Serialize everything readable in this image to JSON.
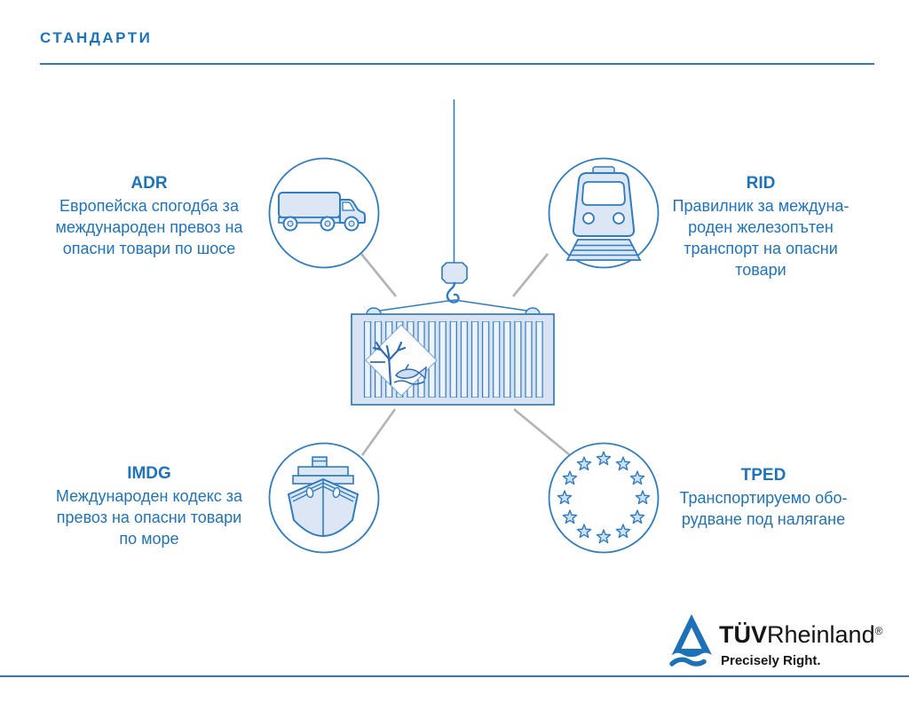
{
  "title": "СТАНДАРТИ",
  "standards": {
    "adr": {
      "code": "ADR",
      "icon": "truck-icon",
      "lines": [
        "Европейска спогодба за",
        "международен превоз на",
        "опасни товари по шосе"
      ]
    },
    "rid": {
      "code": "RID",
      "icon": "train-icon",
      "lines": [
        "Правилник за междуна-",
        "роден железопътен",
        "транспорт на опасни",
        "товари"
      ]
    },
    "imdg": {
      "code": "IMDG",
      "icon": "ship-icon",
      "lines": [
        "Международен кодекс за",
        "превоз на опасни товари",
        "по море"
      ]
    },
    "tped": {
      "code": "TPED",
      "icon": "eu-stars-icon",
      "lines": [
        "Транспортируемо обо-",
        "рудване под налягане"
      ]
    }
  },
  "center": {
    "icon": "cargo-container-on-crane-hook-icon",
    "hazard_placard": "environmentally-hazardous-diamond-icon"
  },
  "logo": {
    "brand_bold": "TÜV",
    "brand_regular": "Rheinland",
    "registered": "®",
    "tagline": "Precisely Right."
  },
  "colors": {
    "text_blue": "#1e74bc",
    "stroke_blue": "#2e7cc2",
    "fill_light_blue": "#dde6f5",
    "connector_gray": "#b3b3b3",
    "logo_blue": "#1d71b8",
    "logo_text": "#141414"
  }
}
